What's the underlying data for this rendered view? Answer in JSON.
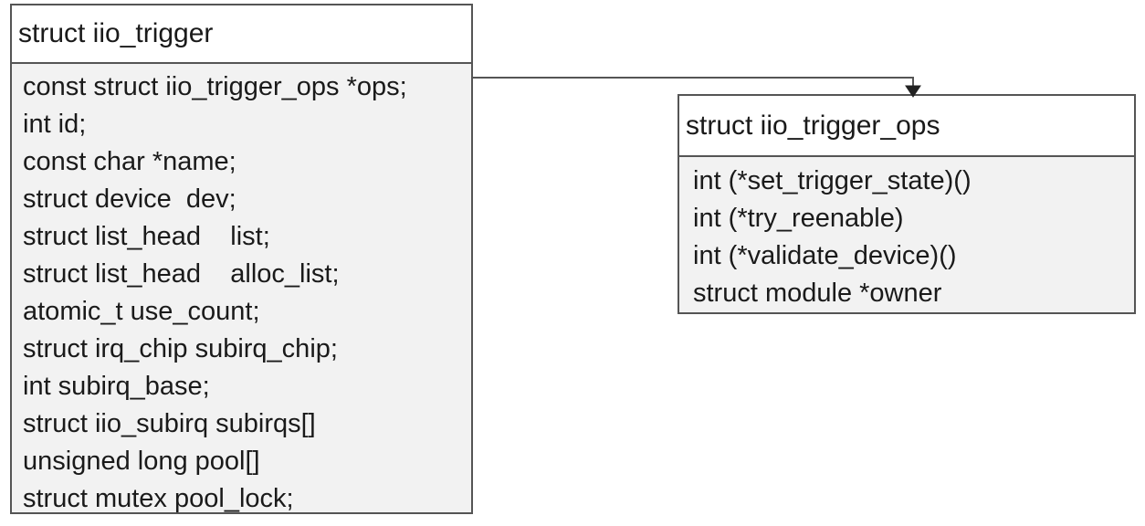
{
  "diagram": {
    "type": "uml-class-diagram",
    "background": "#ffffff",
    "border_color": "#555555",
    "header_fill": "#ffffff",
    "body_fill": "#f2f2f2",
    "text_color": "#1a1a1a",
    "classes": [
      {
        "id": "iio_trigger",
        "title": "struct iio_trigger",
        "fields": [
          "const struct iio_trigger_ops *ops;",
          "int id;",
          "const char *name;",
          "struct device  dev;",
          "struct list_head    list;",
          "struct list_head    alloc_list;",
          "atomic_t use_count;",
          "struct irq_chip subirq_chip;",
          "int subirq_base;",
          "struct iio_subirq subirqs[]",
          "unsigned long pool[]",
          "struct mutex pool_lock;"
        ]
      },
      {
        "id": "iio_trigger_ops",
        "title": "struct iio_trigger_ops",
        "fields": [
          "int (*set_trigger_state)()",
          "int (*try_reenable)",
          "int (*validate_device)()",
          "struct module *owner"
        ]
      }
    ],
    "connector": {
      "name": "ops-pointer-association",
      "from": "iio_trigger.ops",
      "to": "iio_trigger_ops",
      "style": "orthogonal-elbow",
      "arrowhead": "solid-triangle-down",
      "color": "#555555"
    }
  }
}
